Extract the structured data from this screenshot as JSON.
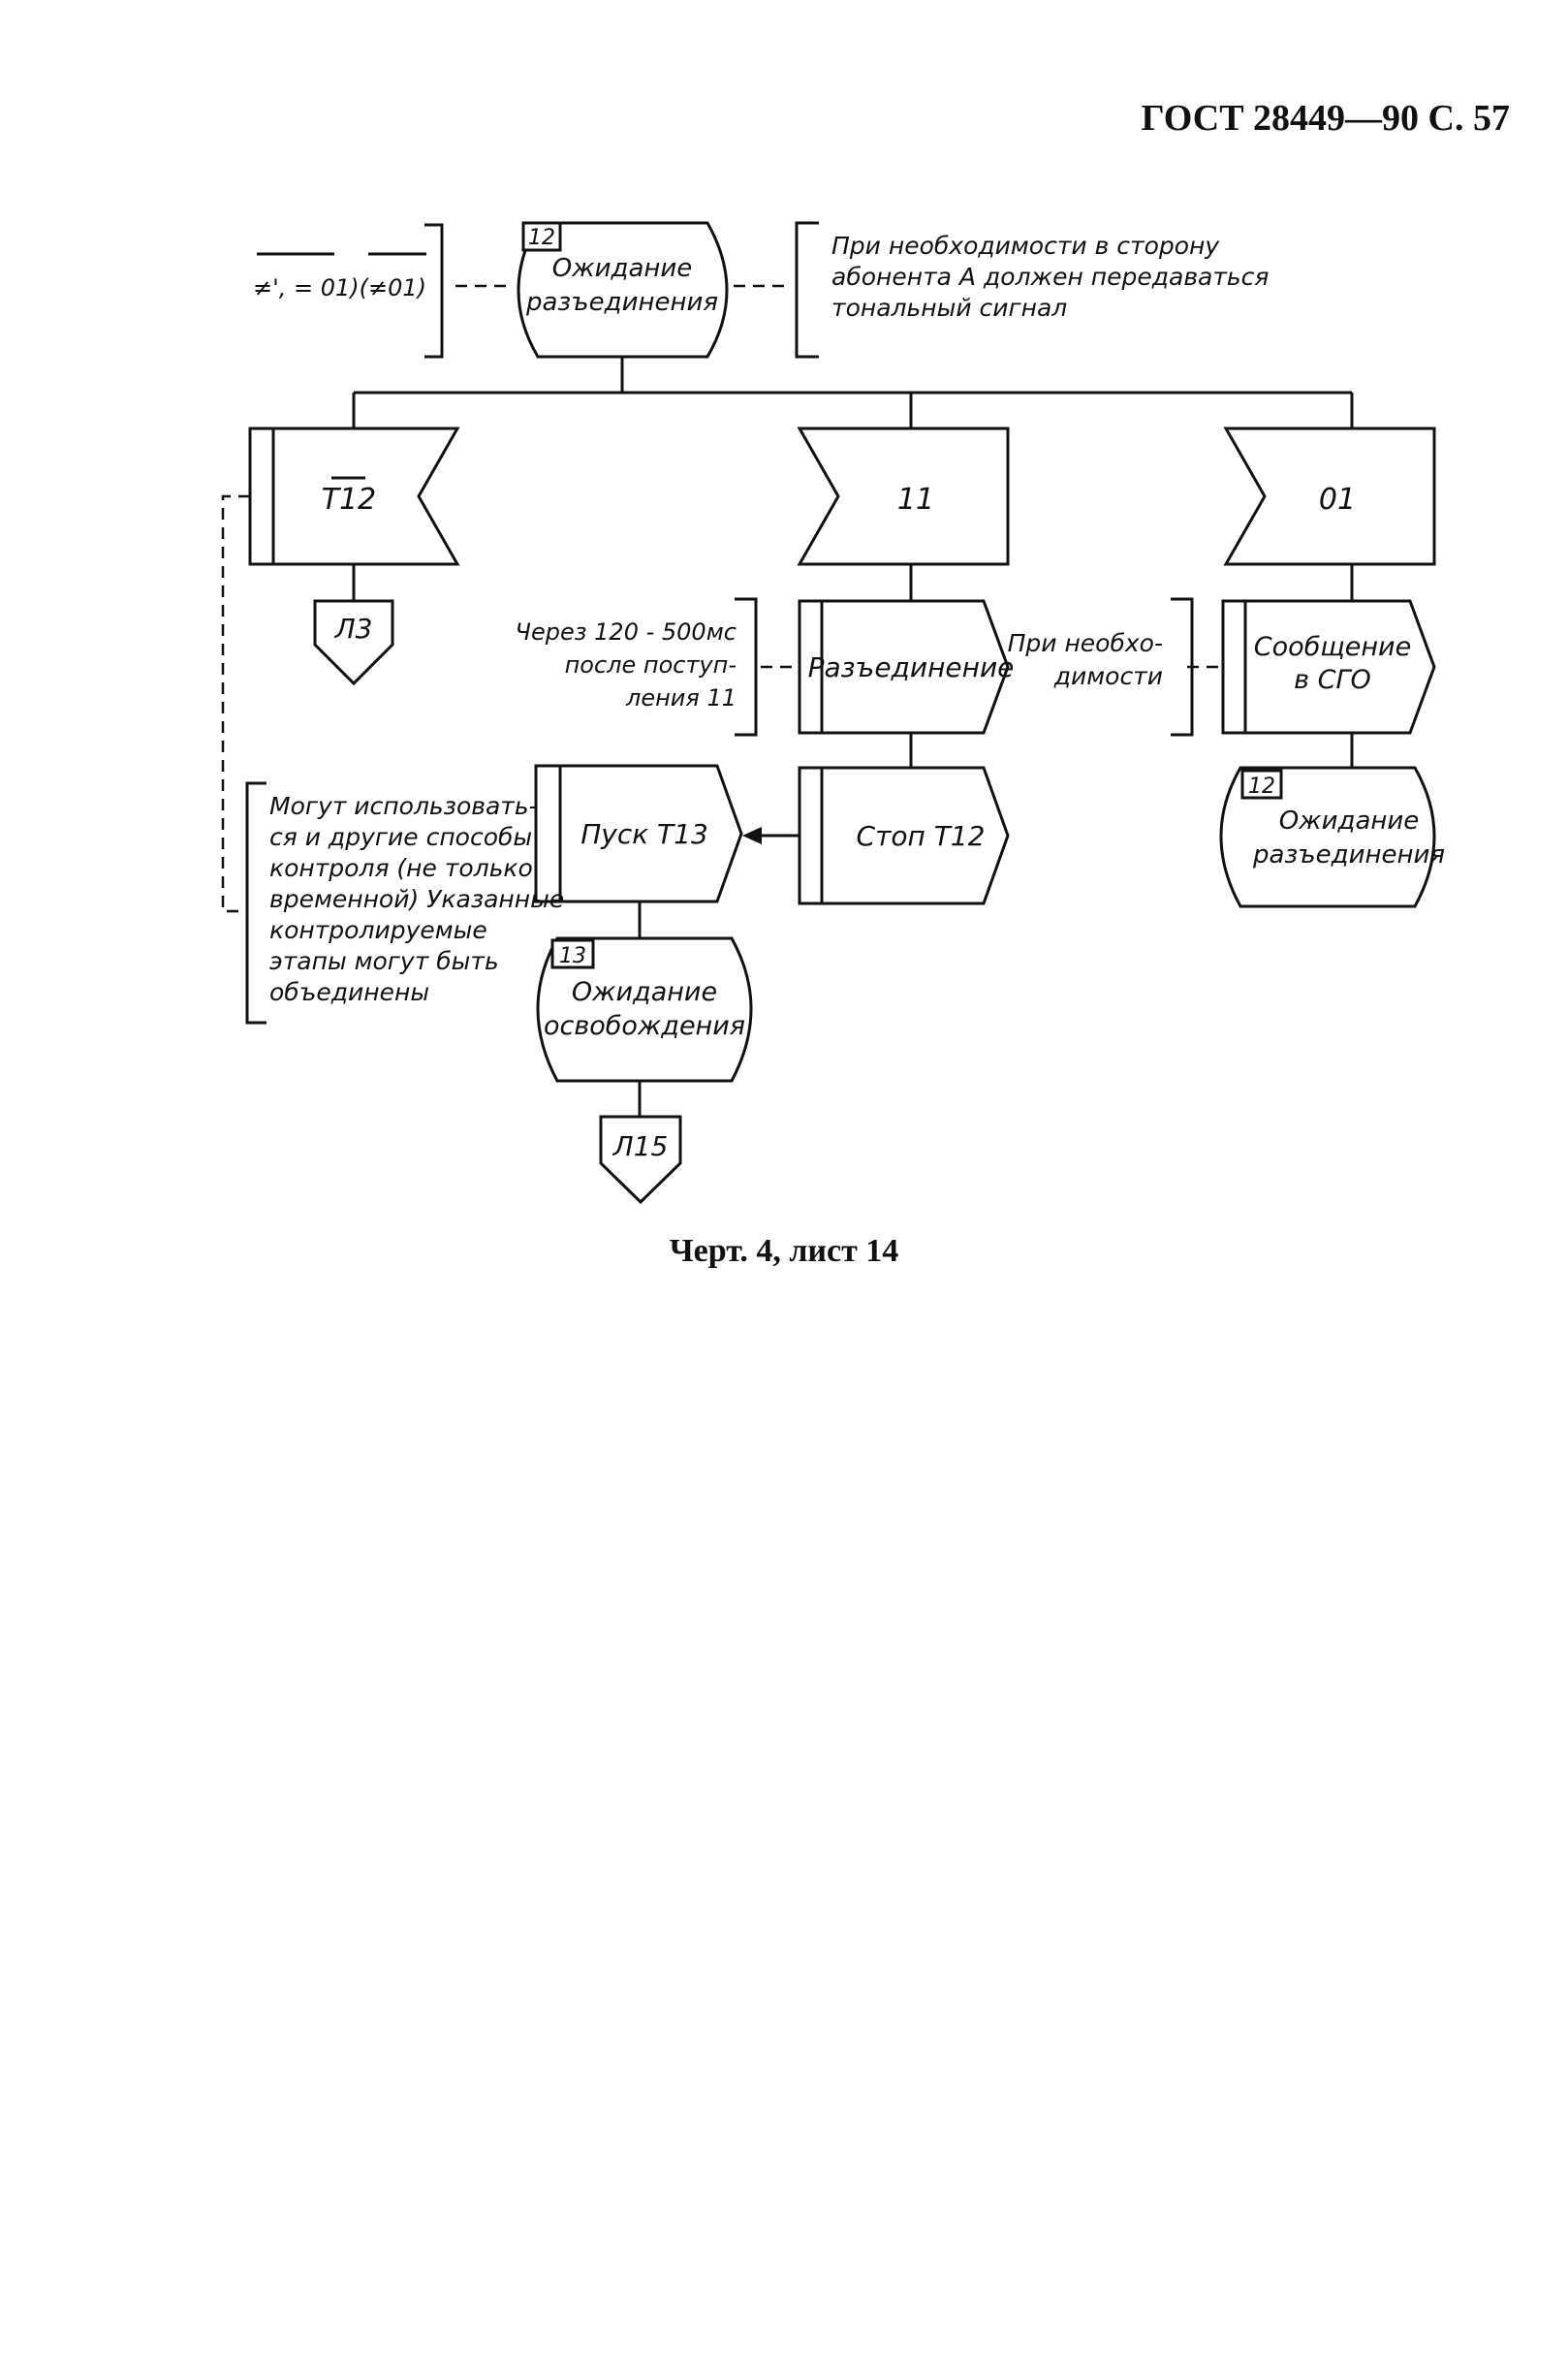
{
  "page": {
    "header": "ГОСТ 28449—90 С. 57",
    "caption": "Черт. 4, лист 14"
  },
  "diagram": {
    "state_top": {
      "number": "12",
      "lines": [
        "Ожидание",
        "разъединения"
      ]
    },
    "left_note": "≠', = 01)(≠01)",
    "right_note": [
      "При необходимости в сторону",
      "абонента А должен передаваться",
      "тональный сигнал"
    ],
    "input_t12": "T12",
    "input_11": "11",
    "input_01": "01",
    "connector_l3": "Л3",
    "note_delay": [
      "Через 120 - 500мс",
      "после поступ-",
      "ления 11"
    ],
    "task_disconnect": "Разъединение",
    "note_if_needed": [
      "При необхо-",
      "димости"
    ],
    "task_message": [
      "Сообщение",
      "в СГО"
    ],
    "state_right": {
      "number": "12",
      "lines": [
        "Ожидание",
        "разъединения"
      ]
    },
    "task_start_t13": "Пуск T13",
    "task_stop_t12": "Стоп T12",
    "note_methods": [
      "Могут использовать-",
      "ся и другие способы",
      "контроля (не только",
      "временной) Указанные",
      "контролируемые",
      "этапы могут быть",
      "объединены"
    ],
    "state_bottom": {
      "number": "13",
      "lines": [
        "Ожидание",
        "освобождения"
      ]
    },
    "connector_l15": "Л15"
  }
}
